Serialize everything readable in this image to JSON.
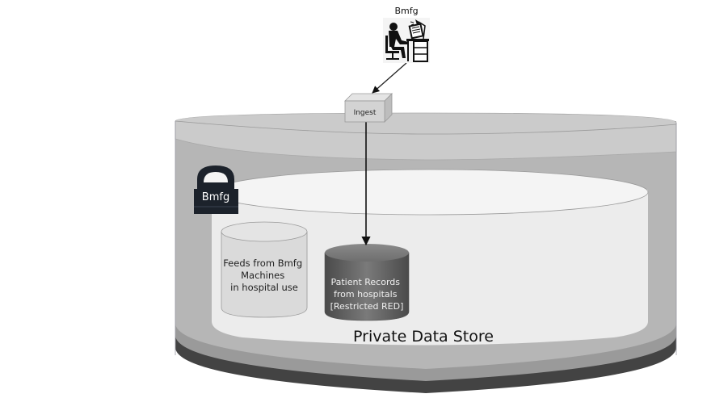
{
  "diagram": {
    "actor": {
      "label": "Bmfg",
      "icon": "person-at-computer-desk-icon"
    },
    "ingest": {
      "label": "Ingest"
    },
    "store": {
      "label": "Private Data Store"
    },
    "lock": {
      "label": "Bmfg",
      "icon": "padlock-icon"
    },
    "cylinders": [
      {
        "lines": [
          "Feeds from Bmfg",
          "Machines",
          "in hospital use"
        ]
      },
      {
        "lines": [
          "Patient Records",
          "from hospitals",
          "[Restricted RED]"
        ]
      }
    ],
    "colors": {
      "outer_top": "#cbcbcb",
      "outer_wall": "#b6b6b6",
      "inner_top": "#f4f4f4",
      "inner_wall": "#ececec",
      "base_mid": "#9a9a9a",
      "base_dark": "#434343",
      "lock": "#1c222b",
      "restricted_cyl": "#5f5f5f",
      "feeds_cyl": "#dadada"
    }
  }
}
